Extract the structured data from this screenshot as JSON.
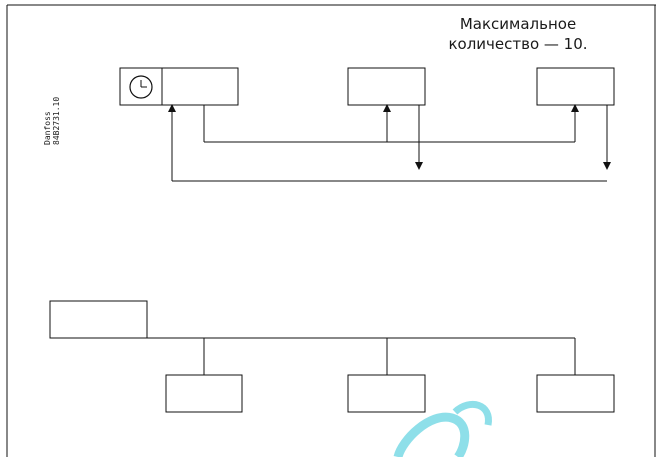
{
  "note": {
    "line1": "Максимальное",
    "line2": "количество — 10."
  },
  "code": {
    "line1": "Danfoss",
    "line2": "84B2731.10"
  },
  "icons": {
    "clock": "clock-icon"
  },
  "colors": {
    "line": "#111111",
    "background": "#ffffff",
    "watermark": "#33c6d8"
  }
}
